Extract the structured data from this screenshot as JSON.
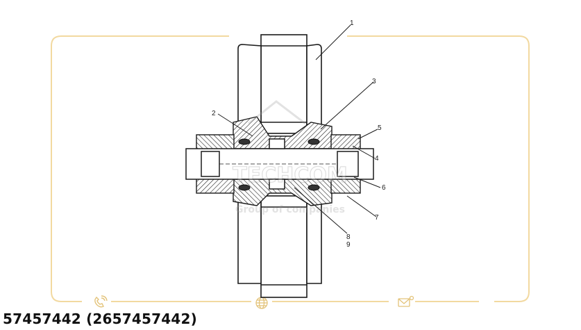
{
  "diagram": {
    "callouts": [
      {
        "id": "1",
        "label": "1"
      },
      {
        "id": "2",
        "label": "2"
      },
      {
        "id": "3",
        "label": "3"
      },
      {
        "id": "4",
        "label": "4"
      },
      {
        "id": "5",
        "label": "5"
      },
      {
        "id": "6",
        "label": "6"
      },
      {
        "id": "7",
        "label": "7"
      },
      {
        "id": "8",
        "label": "8"
      },
      {
        "id": "9",
        "label": "9"
      }
    ]
  },
  "watermark": {
    "brand": "TECHCOM",
    "tagline": "Group of companies"
  },
  "frame": {
    "accent_color": "#f2d9a0",
    "icons": [
      "phone-icon",
      "globe-icon",
      "mail-icon"
    ]
  },
  "part_number": "57457442 (2657457442)"
}
